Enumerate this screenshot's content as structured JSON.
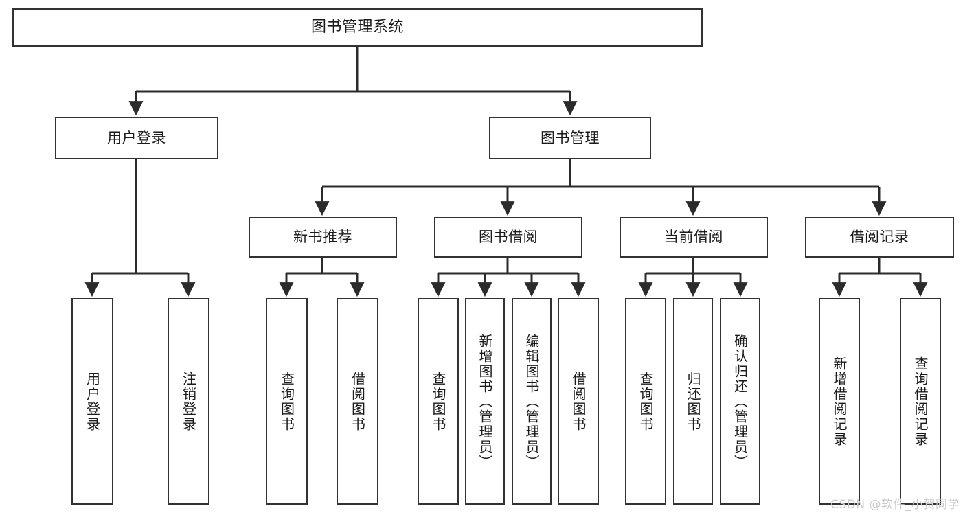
{
  "diagram": {
    "title": "图书管理系统",
    "type": "tree-hierarchy-chart",
    "colors": {
      "background": "#ffffff",
      "box_border": "#323232",
      "box_fill": "#ffffff",
      "text": "#1b1b1b",
      "edge": "#2b2b2b",
      "watermark": "#c9c9c9"
    },
    "nodes": {
      "root": {
        "label": "图书管理系统"
      },
      "level2": [
        {
          "label": "用户登录"
        },
        {
          "label": "图书管理"
        }
      ],
      "level3": [
        {
          "label": "新书推荐"
        },
        {
          "label": "图书借阅"
        },
        {
          "label": "当前借阅"
        },
        {
          "label": "借阅记录"
        }
      ],
      "leaves": {
        "user_login": [
          {
            "label": "用户登录"
          },
          {
            "label": "注销登录"
          }
        ],
        "new_book_recommend": [
          {
            "label": "查询图书"
          },
          {
            "label": "借阅图书"
          }
        ],
        "book_borrow": [
          {
            "label": "查询图书"
          },
          {
            "label": "新增图书（管理员）"
          },
          {
            "label": "编辑图书（管理员）"
          },
          {
            "label": "借阅图书"
          }
        ],
        "current_borrow": [
          {
            "label": "查询图书"
          },
          {
            "label": "归还图书"
          },
          {
            "label": "确认归还（管理员）"
          }
        ],
        "borrow_record": [
          {
            "label": "新增借阅记录"
          },
          {
            "label": "查询借阅记录"
          }
        ]
      }
    },
    "watermark": "CSDN @软件_小贺同学"
  }
}
